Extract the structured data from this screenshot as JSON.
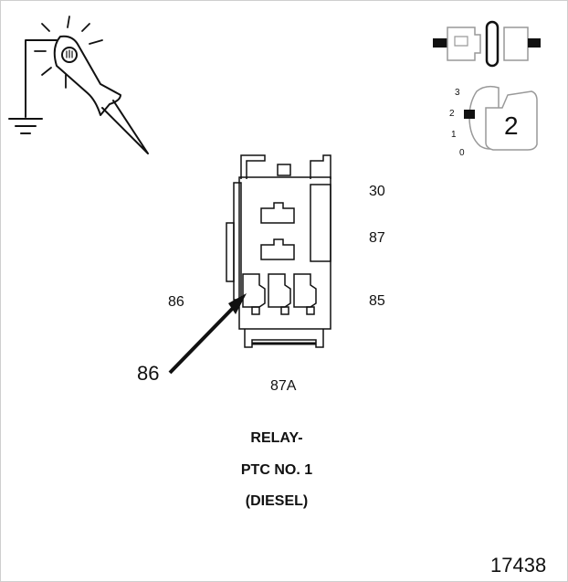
{
  "pins": {
    "p30": "30",
    "p87": "87",
    "p85": "85",
    "p86": "86",
    "p87a": "87A",
    "pointer": "86"
  },
  "caption": {
    "line1": "RELAY-",
    "line2": "PTC NO. 1",
    "line3": "(DIESEL)"
  },
  "figure_number": "17438",
  "ignition_key": {
    "positions": [
      "3",
      "2",
      "1",
      "0"
    ],
    "selected": "2"
  },
  "icons": [
    "test-light-icon",
    "ground-icon",
    "connector-icon",
    "ignition-key-icon",
    "relay-icon",
    "pointer-arrow-icon"
  ]
}
